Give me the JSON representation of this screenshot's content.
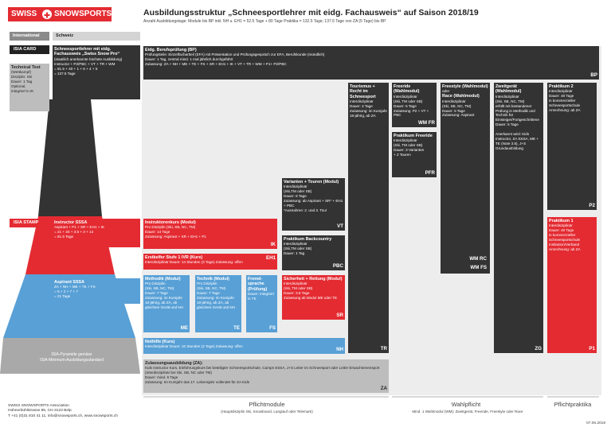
{
  "logo": {
    "swiss": "SWISS",
    "snowsports": "SNOWSPORTS"
  },
  "header": {
    "title": "Ausbildungsstruktur „Schneesportlehrer mit eidg. Fachausweis“  auf Saison 2018/19",
    "subtitle": "Anzahl Ausbildungstage: Module bis BP inkl. NH u. EH1 = 52.5 Tage + 80 Tage Praktika = 132.5 Tage; 137.5 Tage von ZA (5 Tage) bis BP"
  },
  "left": {
    "international": "International",
    "schweiz": "Schweiz",
    "isia_card": "ISIA CARD",
    "isia_stamp": "ISIA STAMP",
    "tech_test": {
      "title": "Technical Test",
      "text": "(Wettkampf)\nDisziplin: Ski\nDauer: 1 Tag\nOptional,\nintegriert in IK"
    },
    "snow_pro": {
      "title": "Schneesportlehrer mit eidg. Fachausweis „Swiss Snow Pro“",
      "text": "(staatlich anerkannte höchste Ausbildung)\nInstructor + P2/PBC + VT + TR + WM\n= 81.5 + 40 + 1 + 6 + 4 + 5\n= 137.5 Tage"
    },
    "instructor": {
      "title": "Instructor  SSSA",
      "text": "Aspirant + P1 + SR + EH1 + IK\n= 21 + 40 + 3.5 + 3 + 14\n= 81.5 Tage"
    },
    "aspirant": {
      "title": "Aspirant SSSA",
      "text": "ZA + NH + ME + TE + FS\n= 5 + 2 + 7 + 7\n= 21 Tage"
    },
    "pyramid_note": "ISIA-Pyramide gemäss\nISIA-Minimum-Ausbildungsstandard"
  },
  "bp": {
    "title": "Eidg. Berufsprüfung (BP)",
    "text": "Prüfungsteile: Einzelfachartteil (EFA) mit Präsentation und Prüfungsgespräch zur EFA, Berufskunde (mündlich)\nDauer: 1 Tag, zentral mind. 1 mal jährlich durchgeführt\nZulassung: ZA + NH + ME + TE + FS + SR + EH1 + IK + VT + TR + WM + P1+ P2/PBC",
    "code": "BP"
  },
  "tourismus": {
    "title": "Tourismus + Recht im Schneesport",
    "text": "Interdisziplinär\nDauer: 4 Tage\nZulassung: im Kursjahr 18-jährig, ab ZA",
    "code": "TR"
  },
  "freeride": {
    "title": "Freeride (Wahlmodul)",
    "text": "Interdisziplinär\n(Ski, TM oder SB)\nDauer: 5 Tage\nZulassung: P2 + VT + PBC",
    "code": "WM FR"
  },
  "praktikum_freeride": {
    "title": "Praktikum Freeride",
    "text": "Interdisziplinär\n(Ski, TM oder SB)\nDauer: 3 Varianten\n+ 2 Touren",
    "code": "PFR"
  },
  "freestyle": {
    "title": "Freestyle (Wahlmodul)",
    "oder": "oder",
    "race": "Race (Wahlmodul)",
    "text": "Interdisziplinär\n(Ski, SB, NC, TM)\nDauer: 5 Tage\nZulassung: Aspirant",
    "code1": "WM RC",
    "code2": "WM FS"
  },
  "zweitgeraet": {
    "title": "Zweitgerät (Wahlmodul)",
    "text": "Interdisziplinär\n(Ski, SB, NC, TM)\nerfüllt mit bestandener Prüfung in Methodik und Technik für Einsteiger/Fortgeschrittene\nDauer: 5 Tage\n\nAnerkannt wird: Kids Instructor, ZA SSSA, ME + TE (Note 3.5), J+S Grundausbildung",
    "code": "ZG"
  },
  "praktikum2": {
    "title": "Praktikum 2",
    "text": "Interdisziplinär\nDauer: 40 Tage\nin kommerzieller Schneesportschule\nAnrechnung: ab ZA",
    "code": "P2"
  },
  "praktikum1": {
    "title": "Praktikum 1",
    "text": "Interdisziplinär\nDauer: 40 Tage\nin kommerzieller Schneesportschule\nInstitution/Verband\nAnrechnung: ab ZA",
    "code": "P1"
  },
  "varianten": {
    "title": "Varianten + Touren (Modul)",
    "text": "Interdisziplinär\n(Ski,TM oder SB)\nDauer: 6 Tage\nZulassung: ab Aspirant + SR* + EH1 + PBC\n*Ausnahme: 2. und 3. Tour",
    "code": "VT"
  },
  "backcountry": {
    "title": "Praktikum Backcountry",
    "text": "Interdisziplinär\n(Ski,TM oder SB)\nDauer: 1 Tag",
    "code": "PBC"
  },
  "ik": {
    "title": "Instruktorenkurs (Modul)",
    "text": "Pro Disziplin (Ski, SB, NC, TM)\nDauer: 14 Tage\nZulassung: Aspirant + SR + EH1 + P1",
    "code": "IK"
  },
  "eh1": {
    "title": "Erstkelfer Stufe 1 IVR (Kurs)",
    "text": "Interdisziplinär  Dauer: 14 Stunden (3 Tage)  Zulassung: offen",
    "code": "EH1"
  },
  "methodik": {
    "title": "Methodik (Modul)",
    "text": "Pro Disziplin\n(Ski, SB, NC, TM)\nDauer: 7 Tage\nZulassung: im Kursjahr 18-jährig, ab ZA, ab gleichem Gerät und NH",
    "code": "ME"
  },
  "technik": {
    "title": "Technik (Modul)",
    "text": "Pro Disziplin\n(Ski, SB, NC, TM)\nDauer: 7 Tage\nZulassung: im Kursjahr 18-jährig, ab ZA, ab gleichem Gerät und NH",
    "code": "TE"
  },
  "fremdsprache": {
    "title": "Fremd-sprache (Prüfung)",
    "text": "Dauer: integriert in TE",
    "code": "FS"
  },
  "sicherheit": {
    "title": "Sicherheit + Rettung (Modul)",
    "text": "Interdisziplinär\n(Ski, TM oder SB)\nDauer: 3.5 Tage\nZulassung ab Modul ME oder TE",
    "code": "SR"
  },
  "nothilfe": {
    "title": "Nothilfe (Kurs)",
    "text": "Interdisziplinär  Dauer: 10 Stunden (2 Tage)  Zulassung: offen",
    "code": "NH"
  },
  "za": {
    "title": "Zulassungsausbildung (ZA):",
    "text": "Kids Instructor Kurs, Einführungskurs bei beteiligter Schneesportschule, Camps SSSA, J+S Leiter im Schneesport oder Leiter Erwachsenensport (Interdisziplinär bei Ski, SB, NC oder TM)\nDauer: mind. 5 Tage\nZulassung: Im Kursjahr das 17. Lebensjahr vollendet für ZA Kids",
    "code": "ZA"
  },
  "footer": {
    "address": "SWISS SNOWSPORTS Association\nHühnerbühlstrasse 95, CH-3123 Belp\nT +41 (0)31 810 41 11, info@snowsports.ch, www.snowsports.ch",
    "pflicht_title": "Pflichtmodule",
    "pflicht_sub": "(Hauptdisziplin Ski, Snowboard, Langlauf oder Telemark)",
    "wahl_title": "Wahlpflicht",
    "wahl_sub": "Mind. 1 Wahlmodul (WM): Zweitgerät, Freeride, Freestyle oder Race",
    "prak_title": "Pflichtpraktika",
    "date": "07.06.2018"
  },
  "colors": {
    "red": "#e42b32",
    "blue": "#58a0d6",
    "dark": "#333333",
    "grey": "#bdbdbd"
  }
}
